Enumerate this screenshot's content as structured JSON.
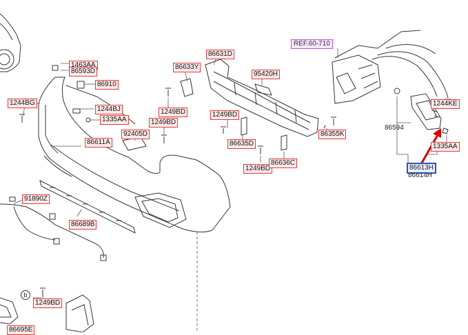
{
  "labels": {
    "l1463AA": "1463AA",
    "l86593D": "86593D",
    "l86910": "86910",
    "l1244BG": "1244BG",
    "l1244BJ": "1244BJ",
    "l1335AA_a": "1335AA",
    "l92405D": "92405D",
    "l86611A": "86611A",
    "l86633Y": "86633Y",
    "l86631D": "86631D",
    "l95420H": "95420H",
    "l1249BD_a": "1249BD",
    "l1249BD_b": "1249BD",
    "l1249BD_c": "1249BD",
    "l1249BD_d": "1249BD",
    "l1249BD_e": "1249BD",
    "l86635D": "86635D",
    "l86636C": "86636C",
    "l86355K": "86355K",
    "l91890Z": "91890Z",
    "l86689B": "86689B",
    "l1244KE": "1244KE",
    "l86594": "86594",
    "l1335AA_b": "1335AA",
    "l86613H": "86613H",
    "l86614H": "86614H",
    "l86695E": "86695E"
  },
  "ref_label": "REF.60-710",
  "callout_b": "b"
}
